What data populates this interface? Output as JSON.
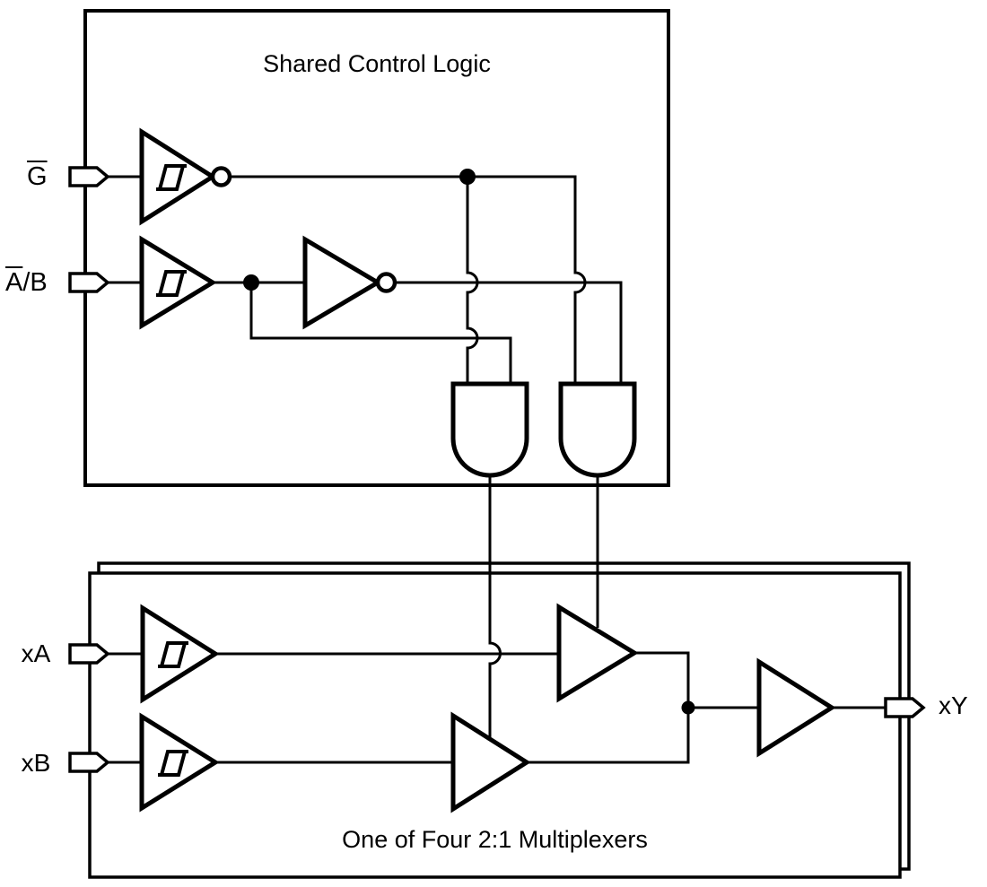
{
  "shared_control_block": {
    "title": "Shared Control Logic",
    "inputs": [
      {
        "overlined": "G",
        "rest": ""
      },
      {
        "overlined": "A",
        "rest": "/B"
      }
    ]
  },
  "mux_block": {
    "title": "One of Four 2:1 Multiplexers",
    "inputs": [
      {
        "label": "xA"
      },
      {
        "label": "xB"
      }
    ],
    "output": {
      "label": "xY"
    }
  },
  "colors": {
    "line": "#000000",
    "background": "#ffffff"
  }
}
